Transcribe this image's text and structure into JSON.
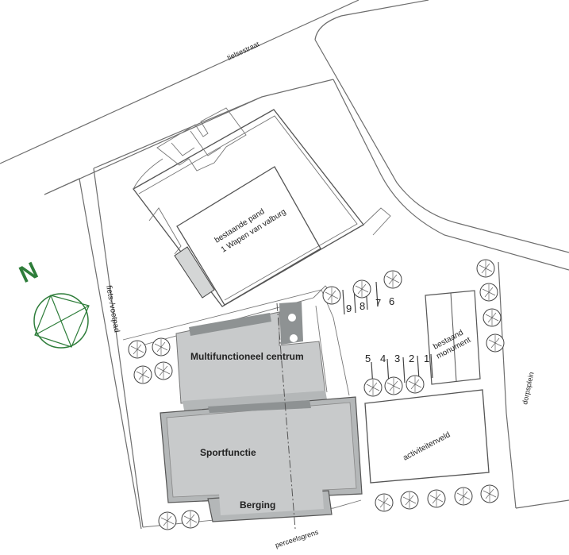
{
  "streets": {
    "top": "tielsestraat",
    "left": "fiets-/voetpad",
    "right": "dorpsplein"
  },
  "boundary_label": "perceelsgrens",
  "existing_building": {
    "line1": "bestaande pand",
    "line2": "1 Wapen van valburg"
  },
  "buildings": {
    "centre": "Multifunctioneel centrum",
    "sport": "Sportfunctie",
    "storage": "Berging"
  },
  "monument": {
    "line1": "bestaand",
    "line2": "monument"
  },
  "field": "activiteitenveld",
  "north": {
    "letter": "N",
    "color": "#2e7d3a"
  },
  "parking_numbers": [
    "1",
    "2",
    "3",
    "4",
    "5",
    "6",
    "7",
    "8",
    "9"
  ],
  "colors": {
    "building_light": "#c8cacb",
    "building_mid": "#b4b7b8",
    "building_dark": "#8e9293"
  }
}
